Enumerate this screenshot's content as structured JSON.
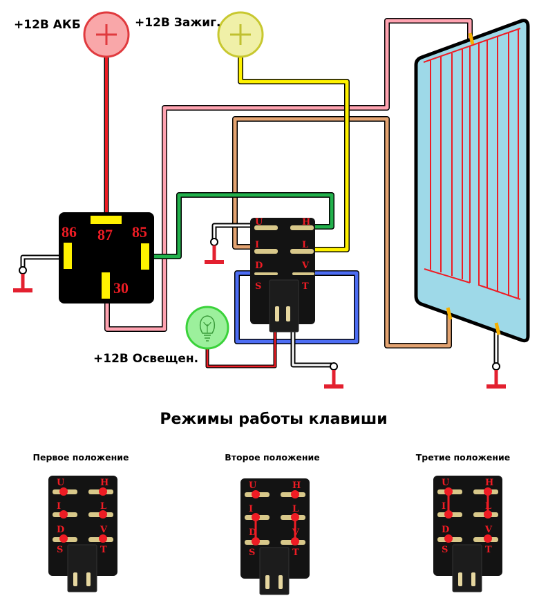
{
  "labels": {
    "battery": "+12В АКБ",
    "ignition": "+12В Зажиг.",
    "lighting": "+12В Освещен."
  },
  "relay": {
    "pins": [
      "86",
      "87",
      "85",
      "30"
    ]
  },
  "switch_pins": {
    "left": [
      "U",
      "I",
      "D",
      "S"
    ],
    "right": [
      "H",
      "L",
      "V",
      "T"
    ]
  },
  "wire_colors": {
    "battery": "#ee1c24",
    "ignition": "#fff200",
    "pink": "#ffa3b1",
    "tan": "#e0a070",
    "green": "#22b14c",
    "blue": "#4d6df3",
    "ground": "#000000"
  },
  "modes": {
    "title": "Режимы работы клавиши",
    "positions": [
      {
        "label": "Первое положение",
        "bridges": []
      },
      {
        "label": "Второе положение",
        "bridges": [
          "I-D",
          "L-V"
        ]
      },
      {
        "label": "Третие положение",
        "bridges": [
          "U-I",
          "H-L"
        ]
      }
    ]
  }
}
